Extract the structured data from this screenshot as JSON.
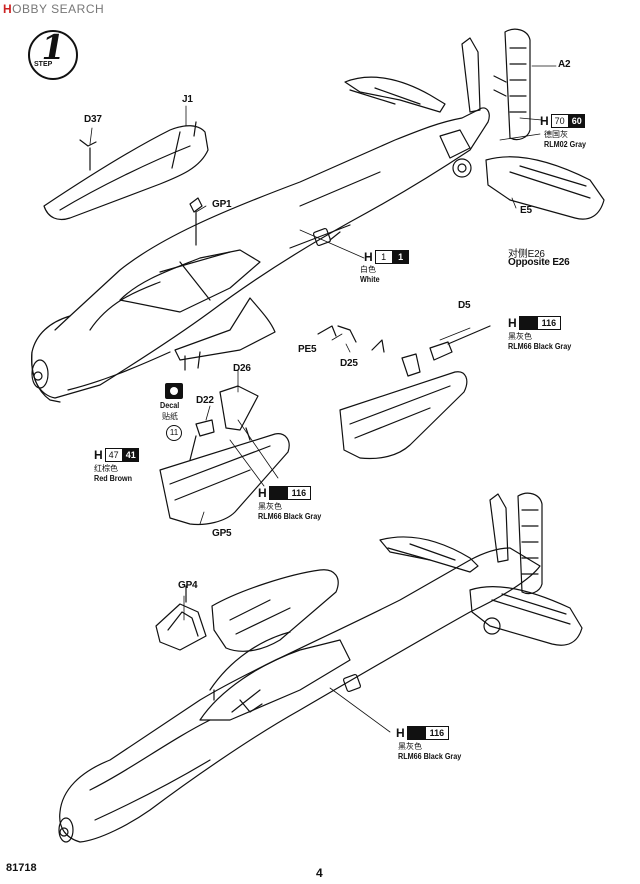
{
  "watermark": {
    "brand_mark": "H",
    "brand_rest": "OBBY SEARCH"
  },
  "step": {
    "number": "1",
    "word": "STEP"
  },
  "parts": {
    "D37": "D37",
    "J1": "J1",
    "GP1": "GP1",
    "A2": "A2",
    "E5": "E5",
    "E26_cn": "对侧E26",
    "E26_en": "Opposite E26",
    "D5": "D5",
    "PE5": "PE5",
    "D25": "D25",
    "D26": "D26",
    "D22": "D22",
    "GP5": "GP5",
    "GP4": "GP4"
  },
  "decal": {
    "label_en": "Decal",
    "label_cn": "贴纸",
    "number": "11"
  },
  "colors": [
    {
      "id": "rlm02",
      "h": "H",
      "n1": "70",
      "n2": "60",
      "cn": "德国灰",
      "en": "RLM02 Gray"
    },
    {
      "id": "white",
      "h": "H",
      "n1": "1",
      "n2": "1",
      "cn": "白色",
      "en": "White"
    },
    {
      "id": "black1",
      "h": "H",
      "n1": "116",
      "cn": "黑灰色",
      "en": "RLM66 Black Gray"
    },
    {
      "id": "redbrown",
      "h": "H",
      "n1": "47",
      "n2": "41",
      "cn": "红棕色",
      "en": "Red Brown"
    },
    {
      "id": "black2",
      "h": "H",
      "n1": "116",
      "cn": "黑灰色",
      "en": "RLM66 Black Gray"
    },
    {
      "id": "black3",
      "h": "H",
      "n1": "116",
      "cn": "黑灰色",
      "en": "RLM66 Black Gray"
    }
  ],
  "footer": {
    "code": "81718",
    "page": "4"
  }
}
